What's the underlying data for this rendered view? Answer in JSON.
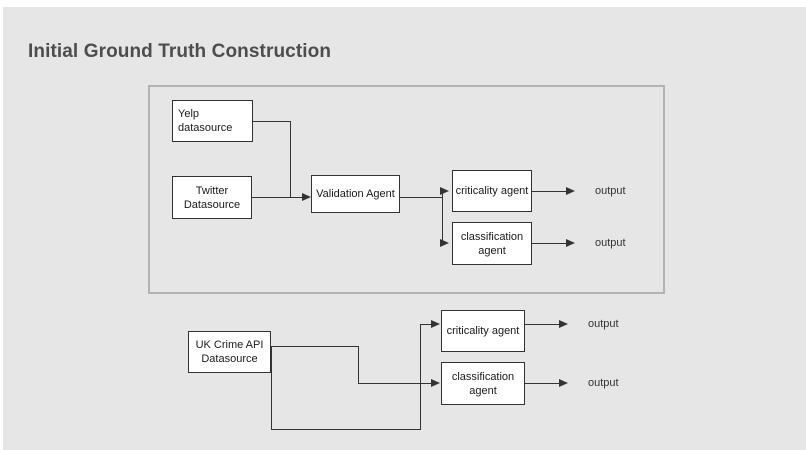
{
  "slide": {
    "title": "Initial Ground Truth Construction",
    "background_color": "#e6e6e6",
    "page_background_color": "#ffffff",
    "title_color": "#4d4d4d"
  },
  "diagram": {
    "type": "flowchart",
    "node_fill": "#ffffff",
    "node_stroke": "#333333",
    "group_frame_stroke": "#b3b3b3",
    "upper_flow": {
      "framed": true,
      "nodes": [
        {
          "id": "yelp",
          "label": "Yelp datasource"
        },
        {
          "id": "twitter",
          "label": "Twitter\nDatasource"
        },
        {
          "id": "validation",
          "label": "Validation Agent"
        },
        {
          "id": "criticality",
          "label": "criticality agent"
        },
        {
          "id": "classification",
          "label": "classification\nagent"
        }
      ],
      "outputs": [
        {
          "id": "out-criticality",
          "label": "output"
        },
        {
          "id": "out-classification",
          "label": "output"
        }
      ],
      "edges": [
        {
          "from": "yelp",
          "to": "validation"
        },
        {
          "from": "twitter",
          "to": "validation"
        },
        {
          "from": "validation",
          "to": "criticality"
        },
        {
          "from": "validation",
          "to": "classification"
        },
        {
          "from": "criticality",
          "to": "out-criticality"
        },
        {
          "from": "classification",
          "to": "out-classification"
        }
      ]
    },
    "lower_flow": {
      "framed": false,
      "nodes": [
        {
          "id": "ukcrime",
          "label": "UK Crime API\nDatasource"
        },
        {
          "id": "criticality2",
          "label": "criticality agent"
        },
        {
          "id": "classification2",
          "label": "classification\nagent"
        }
      ],
      "outputs": [
        {
          "id": "out-criticality2",
          "label": "output"
        },
        {
          "id": "out-classification2",
          "label": "output"
        }
      ],
      "edges": [
        {
          "from": "ukcrime",
          "to": "classification2"
        },
        {
          "from": "ukcrime",
          "to": "criticality2"
        },
        {
          "from": "criticality2",
          "to": "out-criticality2"
        },
        {
          "from": "classification2",
          "to": "out-classification2"
        }
      ]
    }
  },
  "labels": {
    "yelp_datasource": "Yelp datasource",
    "twitter_datasource_line1": "Twitter",
    "twitter_datasource_line2": "Datasource",
    "validation_agent": "Validation Agent",
    "criticality_agent": "criticality agent",
    "classification_agent_line1": "classification",
    "classification_agent_line2": "agent",
    "uk_crime_line1": "UK Crime API",
    "uk_crime_line2": "Datasource",
    "output": "output"
  }
}
